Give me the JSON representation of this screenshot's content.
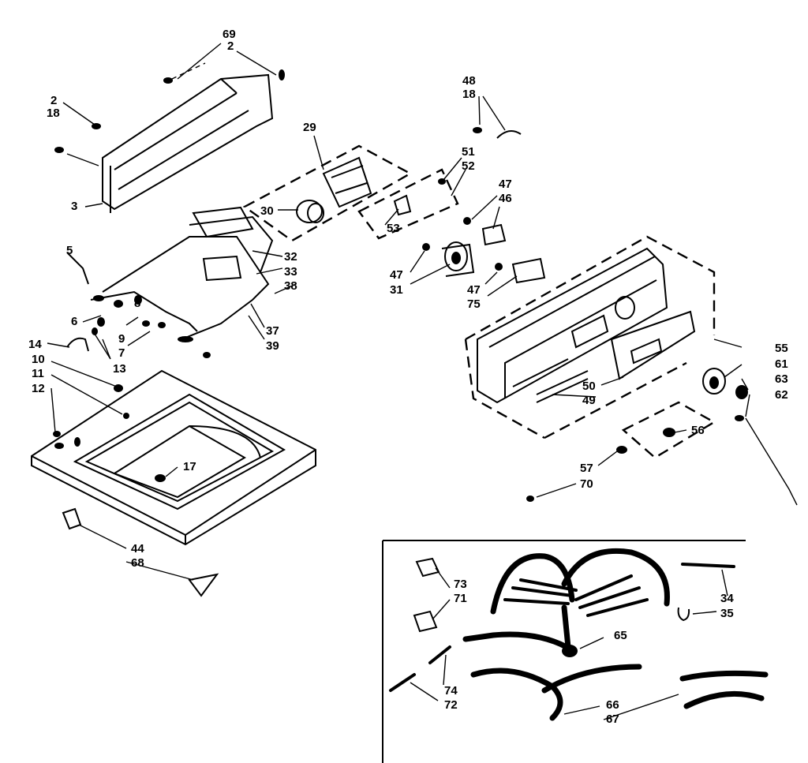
{
  "labels": {
    "l69": "69",
    "l2a": "2",
    "l2b": "2",
    "l18a": "18",
    "l3": "3",
    "l29": "29",
    "l30": "30",
    "l53": "53",
    "l51": "51",
    "l52": "52",
    "l48": "48",
    "l18b": "18",
    "l47a": "47",
    "l46": "46",
    "l47b": "47",
    "l31": "31",
    "l47c": "47",
    "l75": "75",
    "l32": "32",
    "l33": "33",
    "l38": "38",
    "l37": "37",
    "l39": "39",
    "l5": "5",
    "l6": "6",
    "l8": "8",
    "l9": "9",
    "l7": "7",
    "l14": "14",
    "l13": "13",
    "l10": "10",
    "l11": "11",
    "l12": "12",
    "l17": "17",
    "l44": "44",
    "l68": "68",
    "l55": "55",
    "l61": "61",
    "l63": "63",
    "l62": "62",
    "l50": "50",
    "l49": "49",
    "l56": "56",
    "l57": "57",
    "l70": "70",
    "l73": "73",
    "l71": "71",
    "l65": "65",
    "l34": "34",
    "l35": "35",
    "l74": "74",
    "l72": "72",
    "l66": "66",
    "l67": "67"
  }
}
